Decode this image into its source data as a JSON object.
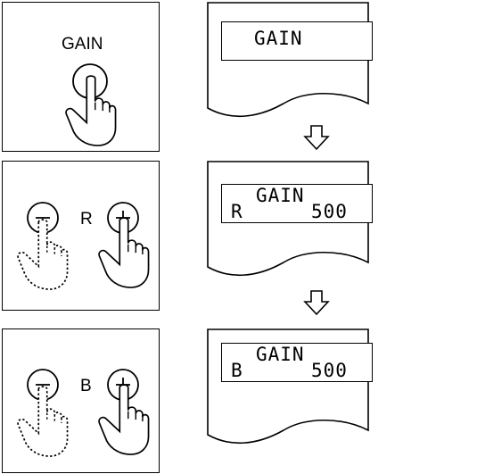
{
  "steps": [
    {
      "button_label": "GAIN",
      "display": {
        "line1": "GAIN",
        "line2_left": "",
        "line2_right": ""
      }
    },
    {
      "button_label": "R",
      "display": {
        "line1": "GAIN",
        "line2_left": "R",
        "line2_right": "500"
      }
    },
    {
      "button_label": "B",
      "display": {
        "line1": "GAIN",
        "line2_left": "B",
        "line2_right": "500"
      }
    }
  ],
  "icons": {
    "hand": "pointing-hand-icon",
    "minus": "minus-button",
    "plus": "plus-button",
    "arrow": "down-arrow-icon"
  }
}
